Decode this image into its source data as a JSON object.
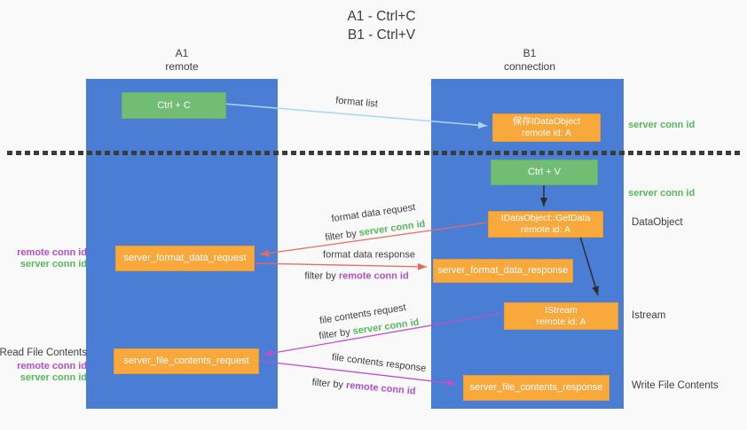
{
  "title": {
    "line1": "A1 - Ctrl+C",
    "line2": "B1 - Ctrl+V"
  },
  "columns": {
    "left": {
      "name": "A1",
      "role": "remote"
    },
    "right": {
      "name": "B1",
      "role": "connection"
    }
  },
  "nodes": {
    "ctrl_c": {
      "label": "Ctrl + C"
    },
    "save_idataobject": {
      "line1": "保存IDataObject",
      "line2": "remote id: A"
    },
    "ctrl_v": {
      "label": "Ctrl + V"
    },
    "getdata": {
      "line1": "IDataObject::GetData",
      "line2": "remote id: A"
    },
    "format_request": {
      "label": "server_format_data_request"
    },
    "format_response": {
      "label": "server_format_data_response"
    },
    "istream": {
      "line1": "IStream",
      "line2": "remote id: A"
    },
    "file_request": {
      "label": "server_file_contents_request"
    },
    "file_response": {
      "label": "server_file_contents_response"
    }
  },
  "edges": {
    "format_list": {
      "label": "format list"
    },
    "format_data_request": {
      "label": "format data request",
      "filter_prefix": "filter by ",
      "filter_value": "server conn id"
    },
    "format_data_response": {
      "label": "format data response",
      "filter_prefix": "filter by ",
      "filter_value": "remote conn id"
    },
    "file_contents_request": {
      "label": "file contents request",
      "filter_prefix": "filter by ",
      "filter_value": "server conn id"
    },
    "file_contents_response": {
      "label": "file contents response",
      "filter_prefix": "filter by ",
      "filter_value": "remote conn id"
    }
  },
  "side_labels": {
    "right": {
      "server_conn_id_top": "server conn id",
      "server_conn_id_mid": "server conn id",
      "dataobject": "DataObject",
      "istream": "Istream",
      "write_file_contents": "Write File Contents"
    },
    "left": {
      "remote_conn_id_top": "remote conn id",
      "server_conn_id_top": "server conn id",
      "read_file_contents": "Read File Contents",
      "remote_conn_id_bottom": "remote conn id",
      "server_conn_id_bottom": "server conn id"
    }
  },
  "colors": {
    "column_blue": "#4a7ed4",
    "node_green": "#71bd73",
    "node_orange": "#f9a83c",
    "arrow_blue": "#a9d7f5",
    "arrow_red": "#e66a60",
    "arrow_magenta": "#c050c8",
    "arrow_black": "#2d2d2d",
    "text_green": "#56b85c",
    "text_purple": "#b04fc6",
    "text_dark": "#3d3d3d"
  }
}
